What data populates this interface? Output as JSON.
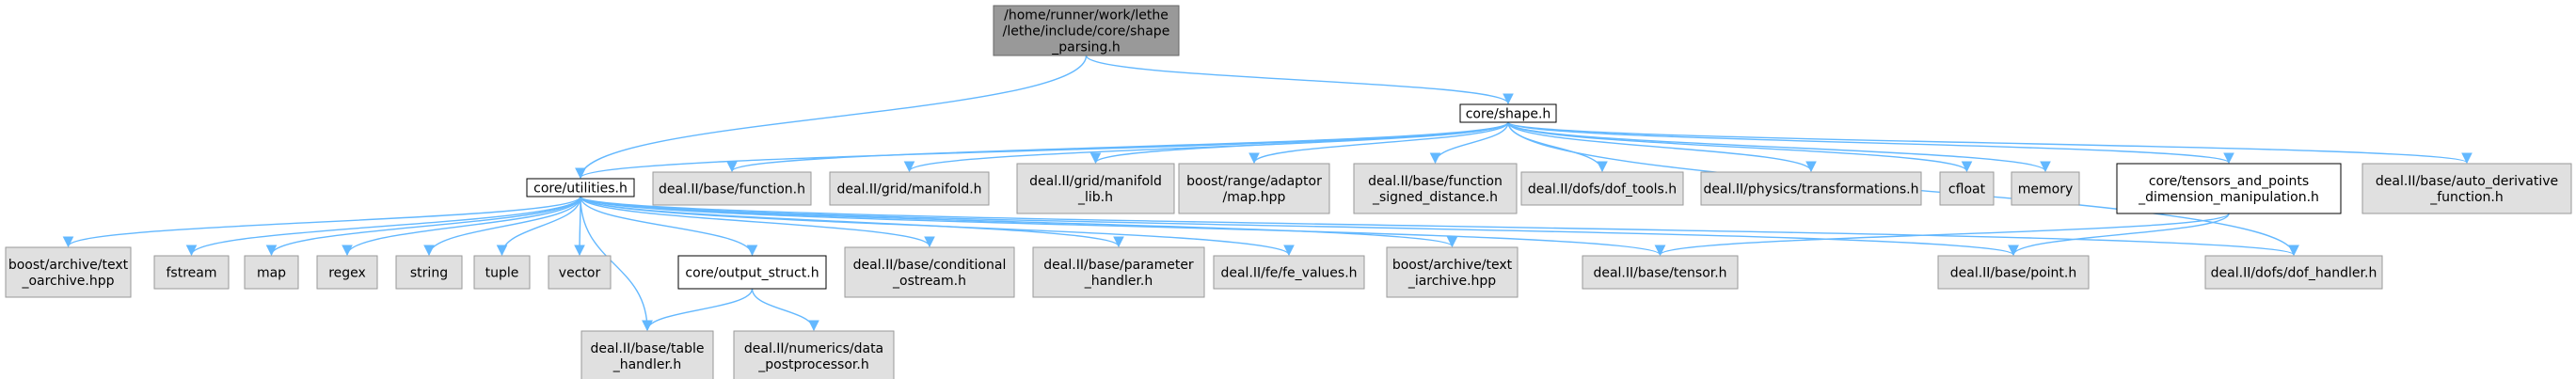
{
  "diagram": {
    "colors": {
      "root_fill": "#999999",
      "root_stroke": "#666666",
      "local_fill": "#ffffff",
      "local_stroke": "#000000",
      "external_fill": "#e0e0e0",
      "external_stroke": "#999999",
      "edge": "#63b8ff"
    },
    "nodes": [
      {
        "id": "root",
        "kind": "root",
        "lines": [
          "/home/runner/work/lethe",
          "/lethe/include/core/shape",
          "_parsing.h"
        ]
      },
      {
        "id": "shape",
        "kind": "local",
        "lines": [
          "core/shape.h"
        ]
      },
      {
        "id": "utilities",
        "kind": "local",
        "lines": [
          "core/utilities.h"
        ]
      },
      {
        "id": "function",
        "kind": "external",
        "lines": [
          "deal.II/base/function.h"
        ]
      },
      {
        "id": "grid_manifold",
        "kind": "external",
        "lines": [
          "deal.II/grid/manifold.h"
        ]
      },
      {
        "id": "manifold_lib",
        "kind": "external",
        "lines": [
          "deal.II/grid/manifold",
          "_lib.h"
        ]
      },
      {
        "id": "boost_map",
        "kind": "external",
        "lines": [
          "boost/range/adaptor",
          "/map.hpp"
        ]
      },
      {
        "id": "signed_distance",
        "kind": "external",
        "lines": [
          "deal.II/base/function",
          "_signed_distance.h"
        ]
      },
      {
        "id": "dof_tools",
        "kind": "external",
        "lines": [
          "deal.II/dofs/dof_tools.h"
        ]
      },
      {
        "id": "transformations",
        "kind": "external",
        "lines": [
          "deal.II/physics/transformations.h"
        ]
      },
      {
        "id": "cfloat",
        "kind": "external",
        "lines": [
          "cfloat"
        ]
      },
      {
        "id": "memory",
        "kind": "external",
        "lines": [
          "memory"
        ]
      },
      {
        "id": "tensors_points",
        "kind": "local",
        "lines": [
          "core/tensors_and_points",
          "_dimension_manipulation.h"
        ]
      },
      {
        "id": "auto_derivative",
        "kind": "external",
        "lines": [
          "deal.II/base/auto_derivative",
          "_function.h"
        ]
      },
      {
        "id": "text_oarchive",
        "kind": "external",
        "lines": [
          "boost/archive/text",
          "_oarchive.hpp"
        ]
      },
      {
        "id": "fstream",
        "kind": "external",
        "lines": [
          "fstream"
        ]
      },
      {
        "id": "map",
        "kind": "external",
        "lines": [
          "map"
        ]
      },
      {
        "id": "regex",
        "kind": "external",
        "lines": [
          "regex"
        ]
      },
      {
        "id": "string",
        "kind": "external",
        "lines": [
          "string"
        ]
      },
      {
        "id": "tuple",
        "kind": "external",
        "lines": [
          "tuple"
        ]
      },
      {
        "id": "vector",
        "kind": "external",
        "lines": [
          "vector"
        ]
      },
      {
        "id": "output_struct",
        "kind": "local",
        "lines": [
          "core/output_struct.h"
        ]
      },
      {
        "id": "conditional_ostream",
        "kind": "external",
        "lines": [
          "deal.II/base/conditional",
          "_ostream.h"
        ]
      },
      {
        "id": "parameter_handler",
        "kind": "external",
        "lines": [
          "deal.II/base/parameter",
          "_handler.h"
        ]
      },
      {
        "id": "fe_values",
        "kind": "external",
        "lines": [
          "deal.II/fe/fe_values.h"
        ]
      },
      {
        "id": "text_iarchive",
        "kind": "external",
        "lines": [
          "boost/archive/text",
          "_iarchive.hpp"
        ]
      },
      {
        "id": "tensor",
        "kind": "external",
        "lines": [
          "deal.II/base/tensor.h"
        ]
      },
      {
        "id": "point",
        "kind": "external",
        "lines": [
          "deal.II/base/point.h"
        ]
      },
      {
        "id": "dof_handler",
        "kind": "external",
        "lines": [
          "deal.II/dofs/dof_handler.h"
        ]
      },
      {
        "id": "table_handler",
        "kind": "external",
        "lines": [
          "deal.II/base/table",
          "_handler.h"
        ]
      },
      {
        "id": "data_postprocessor",
        "kind": "external",
        "lines": [
          "deal.II/numerics/data",
          "_postprocessor.h"
        ]
      }
    ],
    "edges": [
      [
        "root",
        "shape"
      ],
      [
        "root",
        "utilities"
      ],
      [
        "shape",
        "utilities"
      ],
      [
        "shape",
        "function"
      ],
      [
        "shape",
        "grid_manifold"
      ],
      [
        "shape",
        "manifold_lib"
      ],
      [
        "shape",
        "boost_map"
      ],
      [
        "shape",
        "signed_distance"
      ],
      [
        "shape",
        "dof_tools"
      ],
      [
        "shape",
        "transformations"
      ],
      [
        "shape",
        "cfloat"
      ],
      [
        "shape",
        "memory"
      ],
      [
        "shape",
        "tensors_points"
      ],
      [
        "shape",
        "auto_derivative"
      ],
      [
        "shape",
        "dof_handler"
      ],
      [
        "utilities",
        "text_oarchive"
      ],
      [
        "utilities",
        "fstream"
      ],
      [
        "utilities",
        "map"
      ],
      [
        "utilities",
        "regex"
      ],
      [
        "utilities",
        "string"
      ],
      [
        "utilities",
        "tuple"
      ],
      [
        "utilities",
        "vector"
      ],
      [
        "utilities",
        "output_struct"
      ],
      [
        "utilities",
        "conditional_ostream"
      ],
      [
        "utilities",
        "parameter_handler"
      ],
      [
        "utilities",
        "fe_values"
      ],
      [
        "utilities",
        "text_iarchive"
      ],
      [
        "utilities",
        "tensor"
      ],
      [
        "utilities",
        "point"
      ],
      [
        "utilities",
        "dof_handler"
      ],
      [
        "utilities",
        "table_handler"
      ],
      [
        "output_struct",
        "table_handler"
      ],
      [
        "output_struct",
        "data_postprocessor"
      ],
      [
        "tensors_points",
        "tensor"
      ],
      [
        "tensors_points",
        "point"
      ]
    ]
  }
}
